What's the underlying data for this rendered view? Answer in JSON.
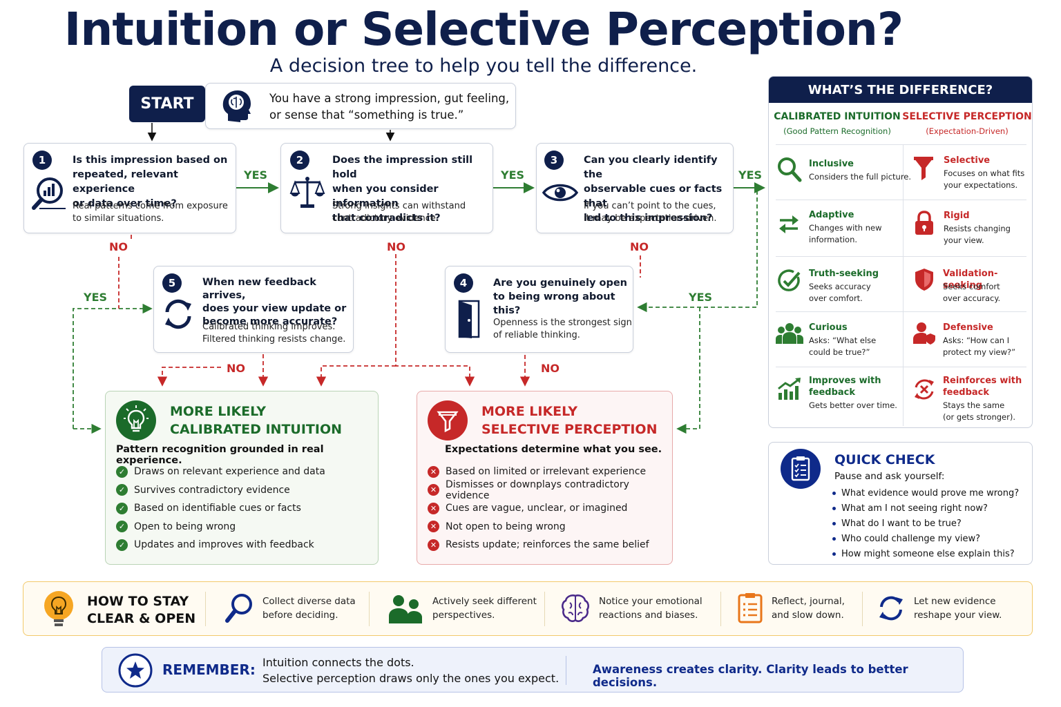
{
  "title": "Intuition or Selective Perception?",
  "subtitle": "A decision tree to help you tell the difference.",
  "start": {
    "label": "START",
    "text_line1": "You have a strong impression, gut feeling,",
    "text_line2": "or sense that “something is true.”"
  },
  "steps": [
    {
      "num": "1",
      "q1": "Is this impression based on",
      "q2": "repeated, relevant experience",
      "q3": "or data over time?",
      "n1": "Real patterns come from exposure",
      "n2": "to similar situations."
    },
    {
      "num": "2",
      "q1": "Does the impression still hold",
      "q2": "when you consider information",
      "q3": "that contradicts it?",
      "n1": "Strong insights can withstand",
      "n2": "contradictory evidence."
    },
    {
      "num": "3",
      "q1": "Can you clearly identify the",
      "q2": "observable cues or facts that",
      "q3": "led to this impression?",
      "n1": "If you can’t point to the cues,",
      "n2": "it may be expectation-driven."
    },
    {
      "num": "4",
      "q1": "Are you genuinely open",
      "q2": "to being wrong about this?",
      "n1": "Openness is the strongest sign",
      "n2": "of reliable thinking."
    },
    {
      "num": "5",
      "q1": "When new feedback arrives,",
      "q2": "does your view update or",
      "q3": "become more accurate?",
      "n1": "Calibrated thinking improves.",
      "n2": "Filtered thinking resists change."
    }
  ],
  "labels": {
    "yes": "YES",
    "no": "NO"
  },
  "outcomes": {
    "calibrated": {
      "title1": "MORE LIKELY",
      "title2": "CALIBRATED INTUITION",
      "subtitle": "Pattern recognition grounded in real experience.",
      "items": [
        "Draws on relevant experience and data",
        "Survives contradictory evidence",
        "Based on identifiable cues or facts",
        "Open to being wrong",
        "Updates and improves with feedback"
      ],
      "color": "#2e7d32"
    },
    "selective": {
      "title1": "MORE LIKELY",
      "title2": "SELECTIVE PERCEPTION",
      "subtitle": "Expectations determine what you see.",
      "items": [
        "Based on limited or irrelevant experience",
        "Dismisses or downplays contradictory evidence",
        "Cues are vague, unclear, or imagined",
        "Not open to being wrong",
        "Resists update; reinforces the same belief"
      ],
      "color": "#c62828"
    }
  },
  "difference": {
    "title": "WHAT’S THE DIFFERENCE?",
    "left_head": "CALIBRATED INTUITION",
    "left_sub": "(Good Pattern Recognition)",
    "right_head": "SELECTIVE PERCEPTION",
    "right_sub": "(Expectation-Driven)",
    "left": [
      {
        "title": "Inclusive",
        "d1": "Considers the full picture.",
        "d2": "",
        "icon": "magnifier-icon"
      },
      {
        "title": "Adaptive",
        "d1": "Changes with new",
        "d2": "information.",
        "icon": "arrows-exchange-icon"
      },
      {
        "title": "Truth-seeking",
        "d1": "Seeks accuracy",
        "d2": "over comfort.",
        "icon": "check-circle-icon"
      },
      {
        "title": "Curious",
        "d1": "Asks: “What else",
        "d2": "could be true?”",
        "icon": "people-icon"
      },
      {
        "title": "Improves with",
        "title2": "feedback",
        "d1": "Gets better over time.",
        "d2": "",
        "icon": "growth-chart-icon"
      }
    ],
    "right": [
      {
        "title": "Selective",
        "d1": "Focuses on what fits",
        "d2": "your expectations.",
        "icon": "funnel-icon"
      },
      {
        "title": "Rigid",
        "d1": "Resists changing",
        "d2": "your view.",
        "icon": "lock-icon"
      },
      {
        "title": "Validation-seeking",
        "d1": "Seeks comfort",
        "d2": "over accuracy.",
        "icon": "shield-icon"
      },
      {
        "title": "Defensive",
        "d1": "Asks: “How can I",
        "d2": "protect my view?”",
        "icon": "person-shield-icon"
      },
      {
        "title": "Reinforces with",
        "title2": "feedback",
        "d1": "Stays the same",
        "d2": "(or gets stronger).",
        "icon": "cycle-x-icon"
      }
    ],
    "left_color": "#2e7d32",
    "right_color": "#c62828"
  },
  "quick_check": {
    "title": "QUICK CHECK",
    "subtitle": "Pause and ask yourself:",
    "items": [
      "What evidence would prove me wrong?",
      "What am I not seeing right now?",
      "What do I want to be true?",
      "Who could challenge my view?",
      "How might someone else explain this?"
    ]
  },
  "stay_clear": {
    "title1": "HOW TO STAY",
    "title2": "CLEAR & OPEN",
    "items": [
      {
        "l1": "Collect diverse data",
        "l2": "before deciding."
      },
      {
        "l1": "Actively seek different",
        "l2": "perspectives."
      },
      {
        "l1": "Notice your emotional",
        "l2": "reactions and biases."
      },
      {
        "l1": "Reflect, journal,",
        "l2": "and slow down."
      },
      {
        "l1": "Let new evidence",
        "l2": "reshape your view."
      }
    ]
  },
  "remember": {
    "label": "REMEMBER:",
    "line1": "Intuition connects the dots.",
    "line2": "Selective perception draws only the ones you expect.",
    "right": "Awareness creates clarity. Clarity leads to better decisions."
  }
}
